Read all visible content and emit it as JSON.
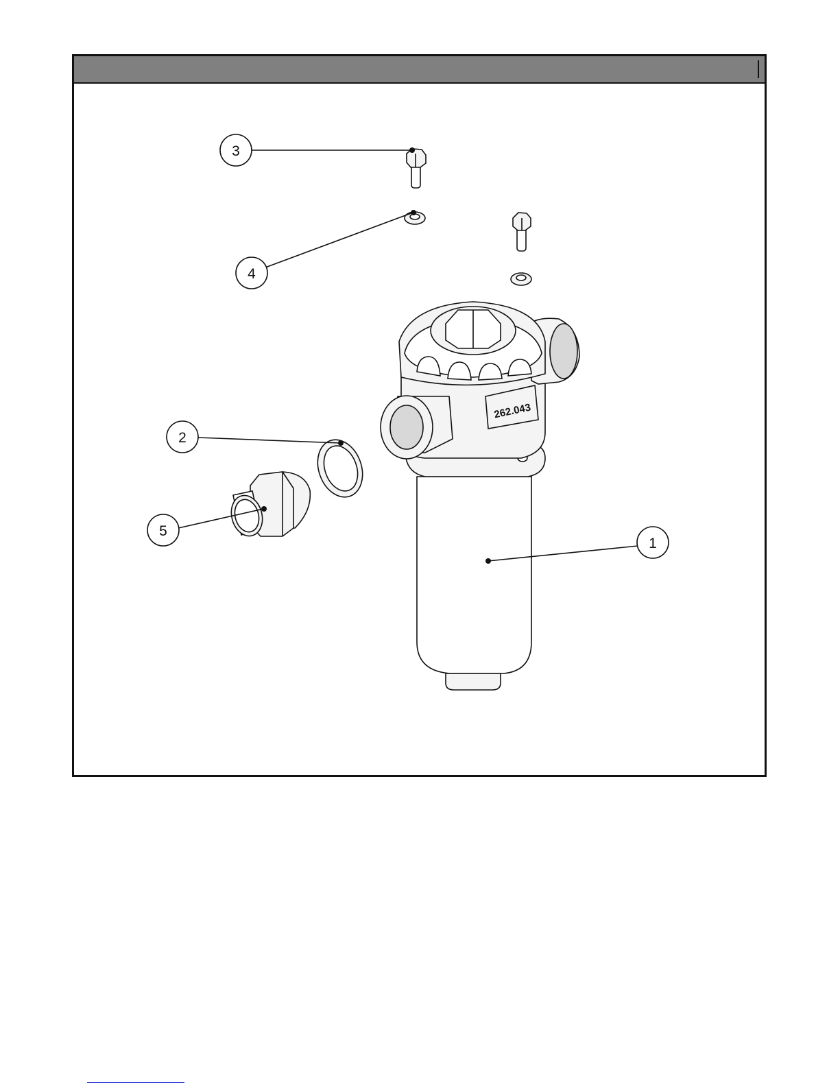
{
  "header": {
    "title": ""
  },
  "callouts": [
    {
      "number": "1",
      "part": "filter-housing"
    },
    {
      "number": "2",
      "part": "o-ring"
    },
    {
      "number": "3",
      "part": "bolt"
    },
    {
      "number": "4",
      "part": "washer"
    },
    {
      "number": "5",
      "part": "port-adapter"
    }
  ],
  "part_stamp": "262.043"
}
